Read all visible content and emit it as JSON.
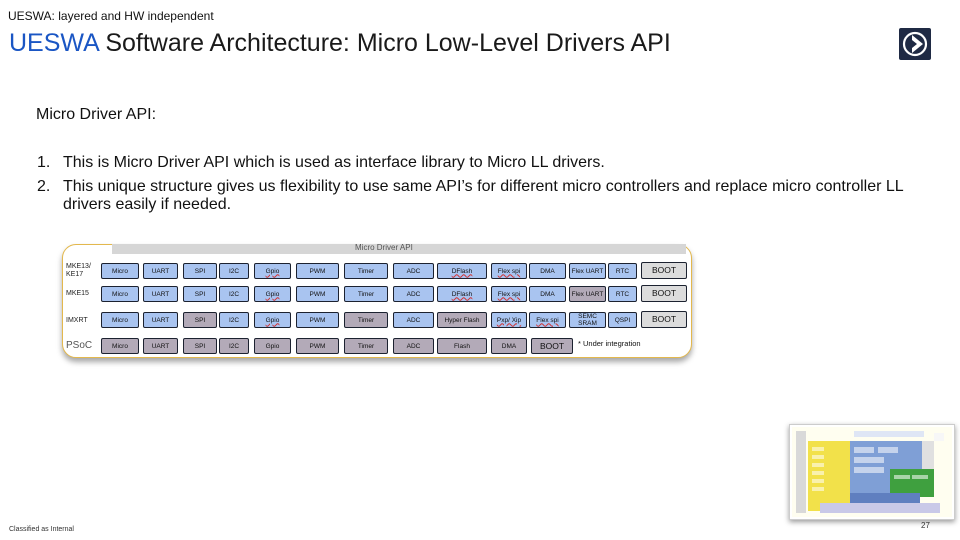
{
  "header": {
    "tag": "UESWA: layered and HW independent",
    "title_accent": "UESWA",
    "title_rest": " Software Architecture: Micro Low-Level Drivers API"
  },
  "content": {
    "subhead": "Micro Driver API:",
    "points": [
      {
        "num": "1.",
        "text": "This is Micro Driver API which is used as interface library to Micro LL drivers."
      },
      {
        "num": "2.",
        "text": "This unique structure gives us flexibility to use same API’s for different micro controllers and replace micro controller LL drivers easily if needed."
      }
    ]
  },
  "diagram": {
    "api_label": "Micro Driver API",
    "rows": [
      {
        "label": "MKE13/ KE17",
        "cells": [
          {
            "text": "Micro",
            "fill": "blue"
          },
          {
            "text": "UART",
            "fill": "blue"
          },
          {
            "text": "SPI",
            "fill": "blue"
          },
          {
            "text": "I2C",
            "fill": "blue"
          },
          {
            "text": "Gpio",
            "fill": "blue"
          },
          {
            "text": "PWM",
            "fill": "blue"
          },
          {
            "text": "Timer",
            "fill": "blue"
          },
          {
            "text": "ADC",
            "fill": "blue"
          },
          {
            "text": "DFlash",
            "fill": "blue"
          },
          {
            "text": "Flex spi",
            "fill": "blue"
          },
          {
            "text": "DMA",
            "fill": "blue"
          },
          {
            "text": "Flex UART",
            "fill": "blue"
          },
          {
            "text": "RTC",
            "fill": "blue"
          },
          {
            "text": "BOOT",
            "fill": "light"
          }
        ]
      },
      {
        "label": "MKE15",
        "cells": [
          {
            "text": "Micro",
            "fill": "blue"
          },
          {
            "text": "UART",
            "fill": "blue"
          },
          {
            "text": "SPI",
            "fill": "blue"
          },
          {
            "text": "I2C",
            "fill": "blue"
          },
          {
            "text": "Gpio",
            "fill": "blue"
          },
          {
            "text": "PWM",
            "fill": "blue"
          },
          {
            "text": "Timer",
            "fill": "blue"
          },
          {
            "text": "ADC",
            "fill": "blue"
          },
          {
            "text": "DFlash",
            "fill": "blue"
          },
          {
            "text": "Flex spi",
            "fill": "blue"
          },
          {
            "text": "DMA",
            "fill": "blue"
          },
          {
            "text": "Flex UART",
            "fill": "gray"
          },
          {
            "text": "RTC",
            "fill": "blue"
          },
          {
            "text": "BOOT",
            "fill": "light"
          }
        ]
      },
      {
        "label": "IMXRT",
        "cells": [
          {
            "text": "Micro",
            "fill": "blue"
          },
          {
            "text": "UART",
            "fill": "blue"
          },
          {
            "text": "SPI",
            "fill": "gray"
          },
          {
            "text": "I2C",
            "fill": "blue"
          },
          {
            "text": "Gpio",
            "fill": "blue"
          },
          {
            "text": "PWM",
            "fill": "blue"
          },
          {
            "text": "Timer",
            "fill": "gray"
          },
          {
            "text": "ADC",
            "fill": "blue"
          },
          {
            "text": "Hyper Flash",
            "fill": "gray"
          },
          {
            "text": "Pxp/ Xip",
            "fill": "blue"
          },
          {
            "text": "Flex spi",
            "fill": "blue"
          },
          {
            "text": "SEMC SRAM",
            "fill": "blue"
          },
          {
            "text": "QSPI",
            "fill": "blue"
          },
          {
            "text": "BOOT",
            "fill": "light"
          }
        ]
      },
      {
        "label": "PSoC",
        "cells": [
          {
            "text": "Micro",
            "fill": "gray"
          },
          {
            "text": "UART",
            "fill": "gray"
          },
          {
            "text": "SPI",
            "fill": "gray"
          },
          {
            "text": "I2C",
            "fill": "gray"
          },
          {
            "text": "Gpio",
            "fill": "gray"
          },
          {
            "text": "PWM",
            "fill": "gray"
          },
          {
            "text": "Timer",
            "fill": "gray"
          },
          {
            "text": "ADC",
            "fill": "gray"
          },
          {
            "text": "Flash",
            "fill": "gray"
          },
          {
            "text": "DMA",
            "fill": "gray"
          },
          {
            "text": "BOOT",
            "fill": "gray"
          }
        ]
      }
    ],
    "note": "* Under integration"
  },
  "footer": {
    "classification": "Classified as Internal",
    "page": "27"
  }
}
